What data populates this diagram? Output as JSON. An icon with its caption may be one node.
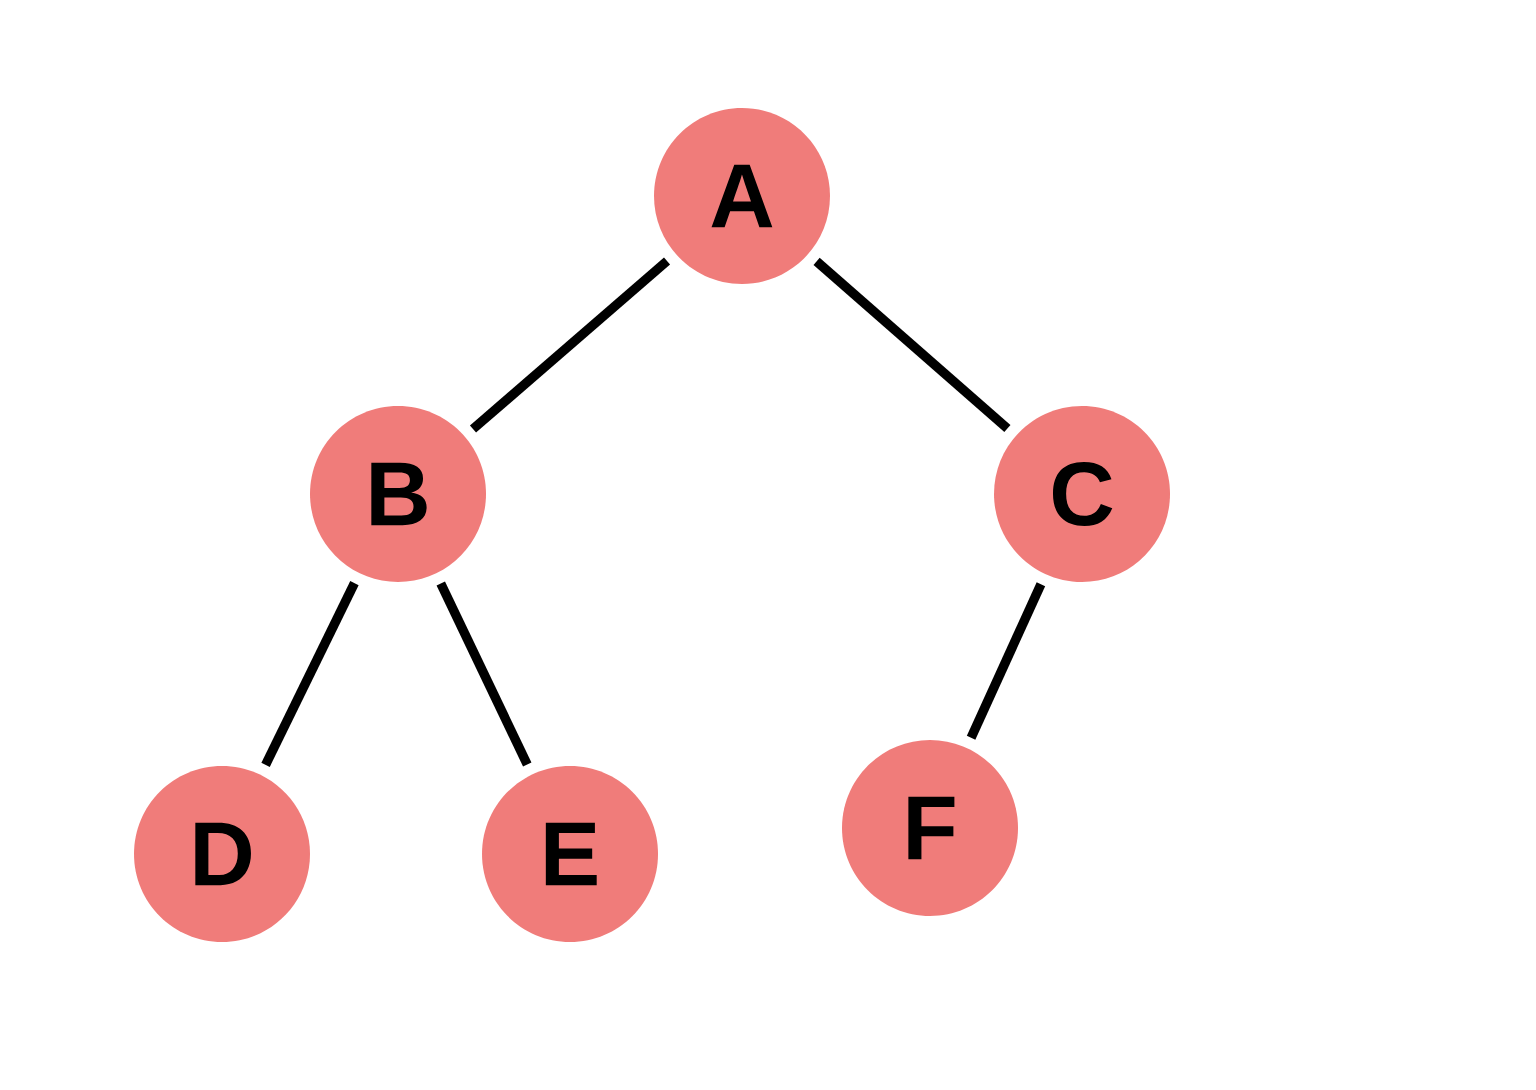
{
  "diagram": {
    "nodes": [
      {
        "text": [
          "A"
        ]
      },
      {
        "text": [
          "B"
        ]
      },
      {
        "text": [
          "C"
        ]
      },
      {
        "text": [
          "D"
        ]
      },
      {
        "text": [
          "E"
        ]
      },
      {
        "text": [
          "F"
        ]
      }
    ],
    "edges": [
      {
        "from": 0,
        "to": 1,
        "arrow": "none"
      },
      {
        "from": 0,
        "to": 2,
        "arrow": "none"
      },
      {
        "from": 1,
        "to": 3,
        "arrow": "none"
      },
      {
        "from": 1,
        "to": 4,
        "arrow": "none"
      },
      {
        "from": 2,
        "to": 5,
        "arrow": "none"
      }
    ]
  }
}
